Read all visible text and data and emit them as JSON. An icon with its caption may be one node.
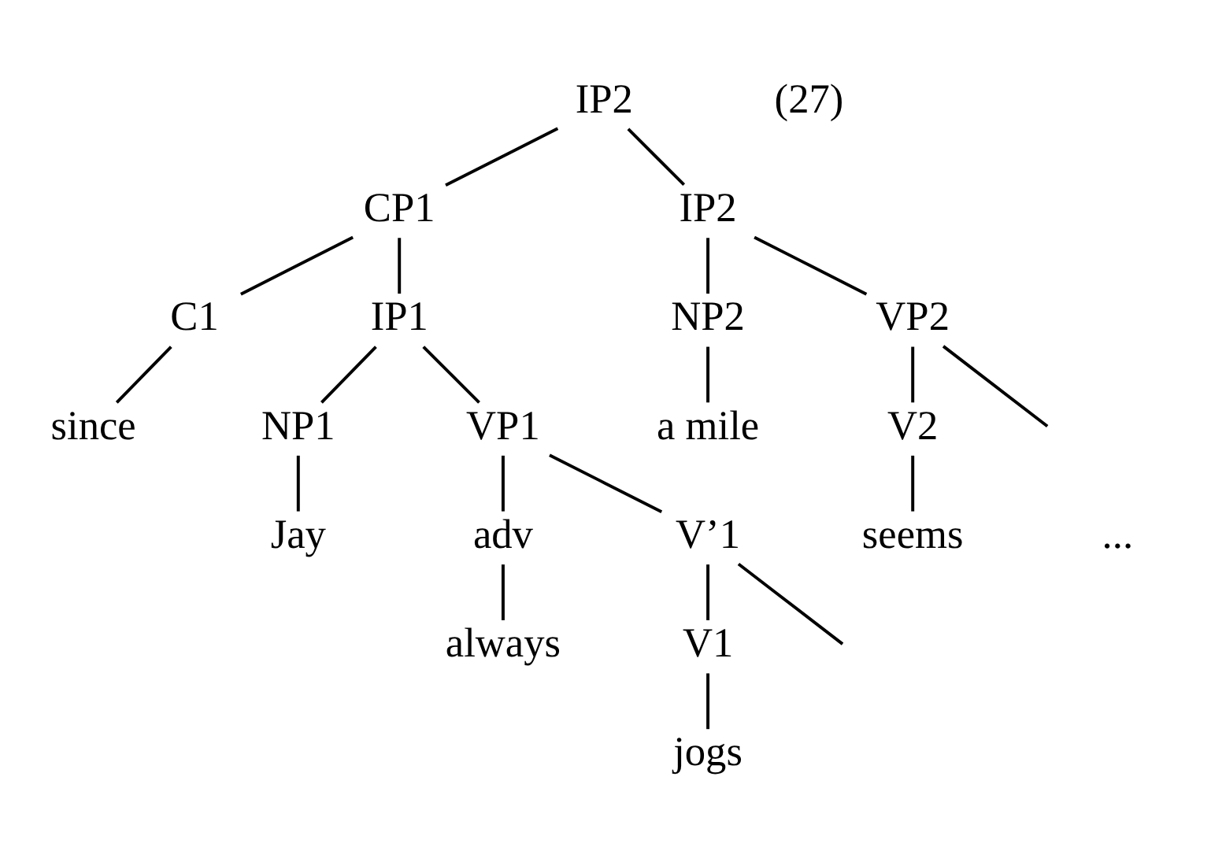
{
  "diagram": {
    "nodes": [
      {
        "text": [
          "IP2"
        ]
      },
      {
        "text": [
          "CP1"
        ]
      },
      {
        "text": [
          "IP2"
        ]
      },
      {
        "text": [
          "C1"
        ]
      },
      {
        "text": [
          "IP1"
        ]
      },
      {
        "text": [
          "NP2"
        ]
      },
      {
        "text": [
          "VP2"
        ]
      },
      {
        "text": [
          "since"
        ]
      },
      {
        "text": [
          "NP1"
        ]
      },
      {
        "text": [
          "VP1"
        ]
      },
      {
        "text": [
          "a mile"
        ]
      },
      {
        "text": [
          "V2"
        ]
      },
      {
        "text": [
          "Jay"
        ]
      },
      {
        "text": [
          "adv"
        ]
      },
      {
        "text": [
          "V’1"
        ]
      },
      {
        "text": [
          "seems"
        ]
      },
      {
        "text": [
          "V1"
        ]
      },
      {
        "text": [
          "always"
        ]
      },
      {
        "text": [
          "jogs"
        ]
      }
    ],
    "edges": [
      {
        "from": 0,
        "to": 1,
        "arrow": "none"
      },
      {
        "from": 0,
        "to": 2,
        "arrow": "none"
      },
      {
        "from": 1,
        "to": 3,
        "arrow": "none"
      },
      {
        "from": 1,
        "to": 4,
        "arrow": "none"
      },
      {
        "from": 3,
        "to": 7,
        "arrow": "none"
      },
      {
        "from": 4,
        "to": 8,
        "arrow": "none"
      },
      {
        "from": 4,
        "to": 9,
        "arrow": "none"
      },
      {
        "from": 2,
        "to": 5,
        "arrow": "none"
      },
      {
        "from": 2,
        "to": 6,
        "arrow": "none"
      },
      {
        "from": 5,
        "to": 10,
        "arrow": "none"
      },
      {
        "from": 6,
        "to": 11,
        "arrow": "none"
      },
      {
        "from": 6,
        "to": null,
        "arrow": "none"
      },
      {
        "from": 8,
        "to": 12,
        "arrow": "none"
      },
      {
        "from": 9,
        "to": 13,
        "arrow": "none"
      },
      {
        "from": 9,
        "to": 14,
        "arrow": "none"
      },
      {
        "from": 11,
        "to": 15,
        "arrow": "none"
      },
      {
        "from": 14,
        "to": 16,
        "arrow": "none"
      },
      {
        "from": 14,
        "to": null,
        "arrow": "none"
      },
      {
        "from": 13,
        "to": 17,
        "arrow": "none"
      },
      {
        "from": 16,
        "to": 18,
        "arrow": "none"
      }
    ],
    "labels": [
      "(27)",
      "..."
    ]
  }
}
